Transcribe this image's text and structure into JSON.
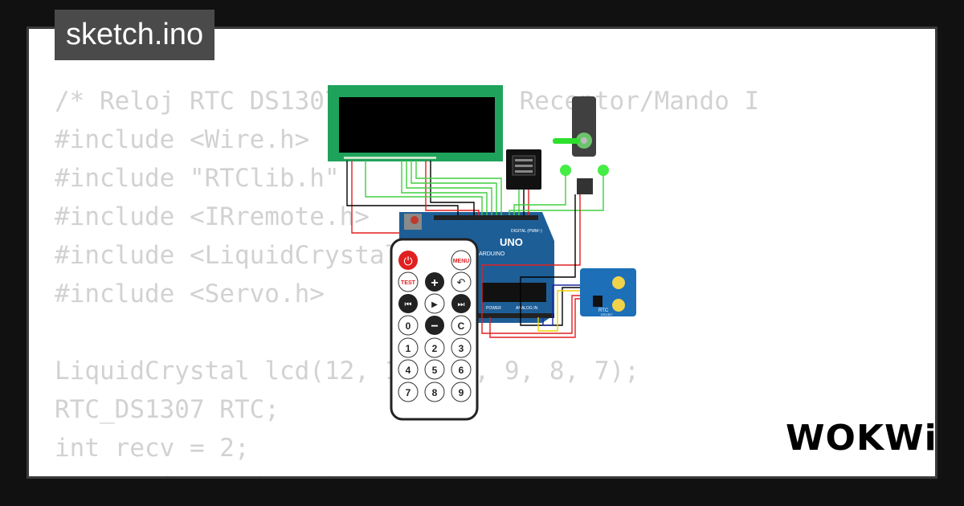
{
  "tab": {
    "title": "sketch.ino"
  },
  "code_lines": [
    "/* Reloj RTC DS1307, LCD 16x2, Receptor/Mando I",
    "#include <Wire.h>",
    "#include \"RTClib.h\"",
    "#include <IRremote.h>",
    "#include <LiquidCrystal_I2C.h>",
    "#include <Servo.h>",
    "",
    "LiquidCrystal lcd(12, 11, 10, 9, 8, 7);",
    "RTC_DS1307 RTC;",
    "int recv = 2;",
    "IRrecv irrecv(recv);"
  ],
  "board": {
    "brand": "UNO",
    "sub": "ARDUINO",
    "digital_label": "DIGITAL (PWM~)",
    "power_label": "POWER",
    "analog_label": "ANALOG IN"
  },
  "rtc": {
    "label": "RTC",
    "sub": "DS1307"
  },
  "remote": {
    "power": "⏻",
    "menu": "MENU",
    "test": "TEST",
    "plus": "+",
    "back": "↶",
    "prev": "⏮",
    "play": "▶",
    "next": "⏭",
    "zero": "0",
    "minus": "−",
    "clear": "C",
    "n1": "1",
    "n2": "2",
    "n3": "3",
    "n4": "4",
    "n5": "5",
    "n6": "6",
    "n7": "7",
    "n8": "8",
    "n9": "9"
  },
  "logo": {
    "text": "WOKWi"
  },
  "colors": {
    "lcd_green": "#1fa35c",
    "board_blue": "#1e5e97",
    "wire_red": "#e02020",
    "wire_green": "#3ed13e",
    "wire_black": "#000000"
  }
}
